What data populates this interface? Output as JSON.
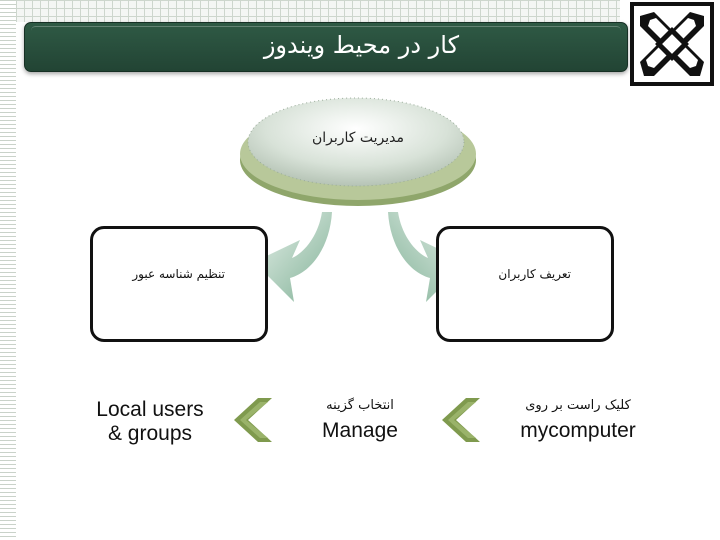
{
  "slide": {
    "title": "کار در محیط ویندوز"
  },
  "diagram": {
    "center_node": "مدیریت کاربران",
    "left_node": "تنظیم شناسه عبور",
    "right_node": "تعریف کاربران"
  },
  "steps": [
    {
      "fa": "کلیک راست بر روی",
      "en": "mycomputer"
    },
    {
      "fa": "انتخاب گزینه",
      "en": "Manage"
    },
    {
      "fa": "",
      "en_line1": "Local users",
      "en_line2": "& groups"
    }
  ],
  "colors": {
    "title_bar": "#2b5040",
    "ellipse": "#b8c89a",
    "arrow": "#9fc4ad",
    "chevron": "#7f9a4e"
  },
  "icons": [
    "logo-icon",
    "chevron-left-icon"
  ]
}
